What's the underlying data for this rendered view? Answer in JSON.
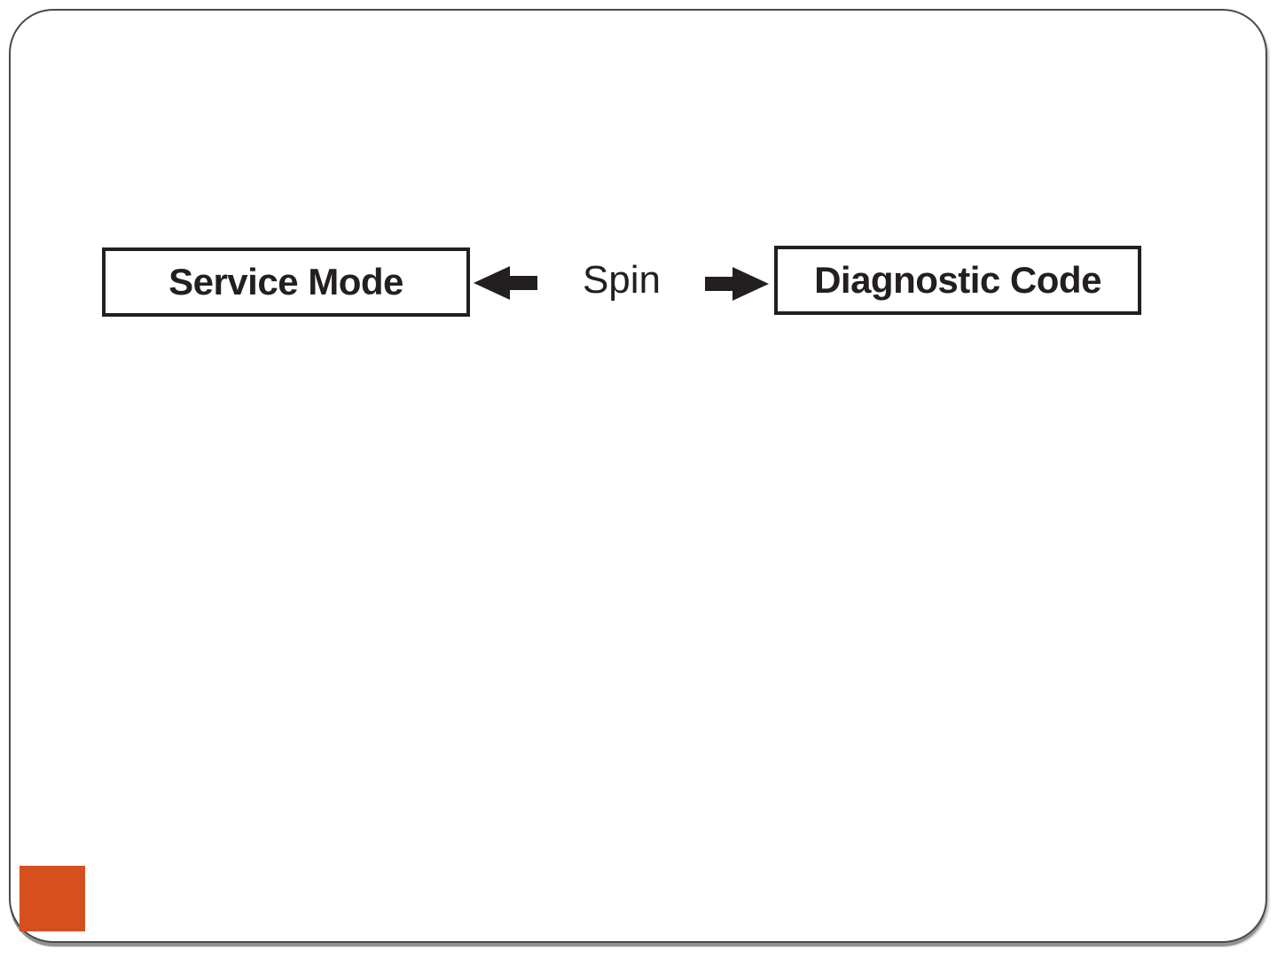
{
  "slide": {
    "diagram": {
      "left_box_label": "Service Mode",
      "center_label": "Spin",
      "right_box_label": "Diagnostic Code"
    },
    "icons": {
      "left_arrow": "left-block-arrow-icon",
      "right_arrow": "right-block-arrow-icon"
    },
    "colors": {
      "ink": "#231F20",
      "accent_square": "#D5501E",
      "slide_border": "#4A4A4A",
      "background": "#FFFFFF"
    }
  }
}
